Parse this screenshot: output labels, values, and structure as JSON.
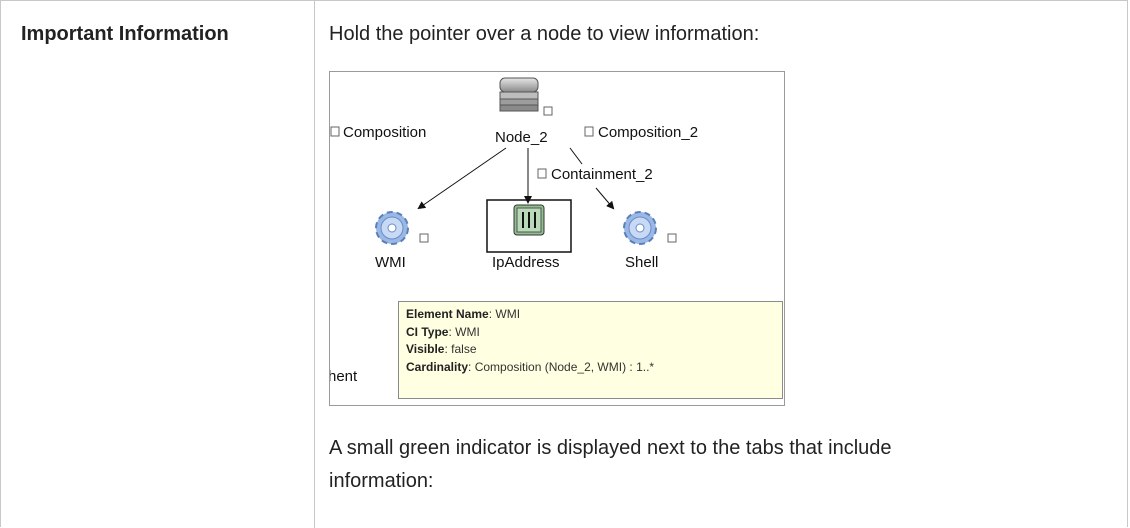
{
  "row": {
    "label": "Important Information",
    "intro": "Hold the pointer over a node to view information:",
    "paragraph": "A small green indicator is displayed next to the tabs that include information:"
  },
  "figure": {
    "node_top": "Node_2",
    "edge_left": "Composition",
    "edge_right": "Composition_2",
    "edge_mid": "Containment_2",
    "node_wmi": "WMI",
    "node_ip": "IpAddress",
    "node_shell": "Shell",
    "clipped_text": "hent",
    "tooltip": {
      "name_label": "Element Name",
      "name_value": "WMI",
      "type_label": "CI Type",
      "type_value": "WMI",
      "visible_label": "Visible",
      "visible_value": "false",
      "card_label": "Cardinality",
      "card_value": "Composition (Node_2, WMI) : 1..*"
    },
    "colors": {
      "tooltip_bg": "#ffffe1",
      "gear": "#9ab8e6",
      "ip_icon": "#8fbf8f"
    }
  }
}
